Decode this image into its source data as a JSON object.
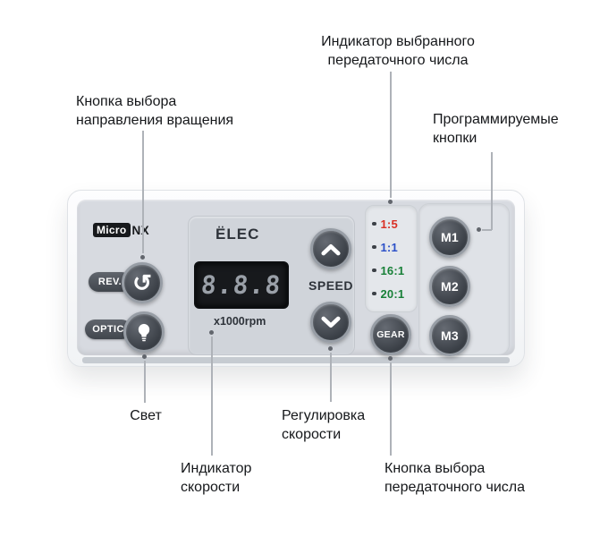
{
  "annotations": {
    "gear_indicator": "Индикатор выбранного\nпередаточного числа",
    "direction_button": "Кнопка выбора\nнаправления вращения",
    "programmable_buttons": "Программируемые\nкнопки",
    "light": "Свет",
    "speed_control": "Регулировка\nскорости",
    "speed_indicator": "Индикатор\nскорости",
    "gear_button": "Кнопка выбора\nпередаточного числа"
  },
  "device": {
    "brand_micro": "Micro",
    "brand_nx": "NX",
    "logo": "ЁLEC",
    "rev_label": "REV.",
    "optic_label": "OPTIC",
    "display_value": "8.8.8",
    "display_unit": "x1000rpm",
    "speed_label": "SPEED",
    "gear_button_label": "GEAR",
    "gear_ratios": [
      {
        "label": "1:5",
        "color": "#d93025"
      },
      {
        "label": "1:1",
        "color": "#2b50c8"
      },
      {
        "label": "16:1",
        "color": "#188038"
      },
      {
        "label": "20:1",
        "color": "#188038"
      }
    ],
    "memory_buttons": [
      "M1",
      "M2",
      "M3"
    ]
  },
  "colors": {
    "panel_face": "#d7dae0",
    "button_dark": "#3a3f46",
    "callout_line": "#aeb2b8"
  }
}
